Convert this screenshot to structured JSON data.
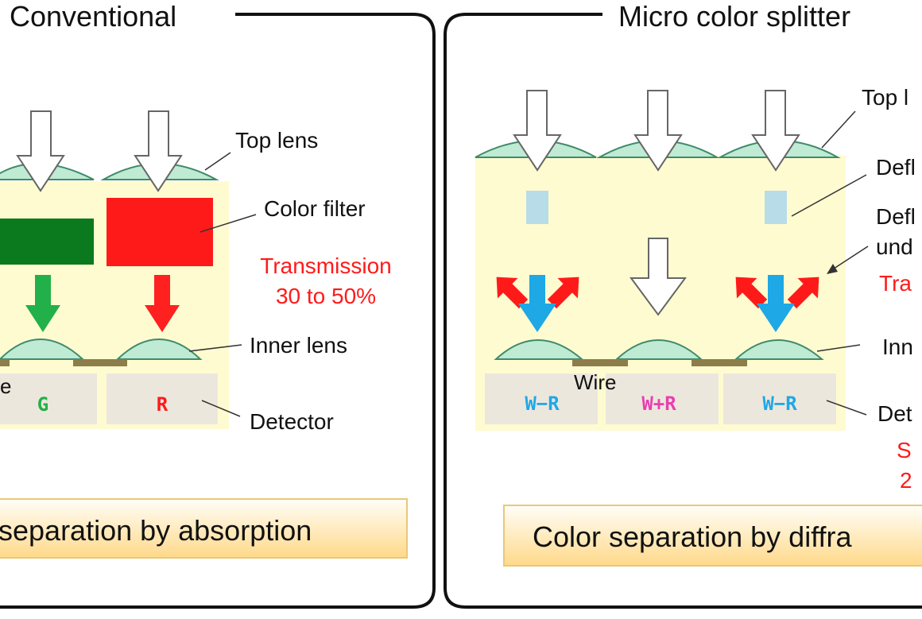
{
  "colors": {
    "panel_bg": "#fffbd0",
    "lens": "#bfead4",
    "lens_stroke": "#3f8a6a",
    "green_filter": "#0b7a1e",
    "red_filter": "#ff1a1a",
    "green_arrow": "#22b04a",
    "red_arrow": "#ff2020",
    "blue_arrow": "#1fa8e6",
    "deflector": "#b8dce8",
    "detector": "#ece7dd",
    "wire": "#8c7d4a",
    "label_red": "#ff1a1a",
    "label_magenta": "#e83fb0",
    "label_cyan": "#1fa8e6",
    "button_grad_top": "#fffef8",
    "button_grad_bottom": "#ffd98a"
  },
  "left": {
    "title": "Conventional",
    "top_lens": "Top lens",
    "color_filter": "Color filter",
    "transmission_1": "Transmission",
    "transmission_2": "30 to 50%",
    "inner_lens": "Inner lens",
    "wire_partial": "e",
    "detector": "Detector",
    "pixel_g": "G",
    "pixel_r": "R",
    "bottom_box": "separation by absorption"
  },
  "right": {
    "title": "Micro color splitter",
    "top_lens": "Top l",
    "deflector": "Defl",
    "deflection_1": "Defl",
    "deflection_2": "und",
    "transmission": "Tra",
    "inner_lens": "Inn",
    "wire": "Wire",
    "detector": "Det",
    "sensitivity_1": "S",
    "sensitivity_2": "2",
    "pixel_1": "W−R",
    "pixel_2": "W+R",
    "pixel_3": "W−R",
    "bottom_box": "Color separation by diffra"
  }
}
